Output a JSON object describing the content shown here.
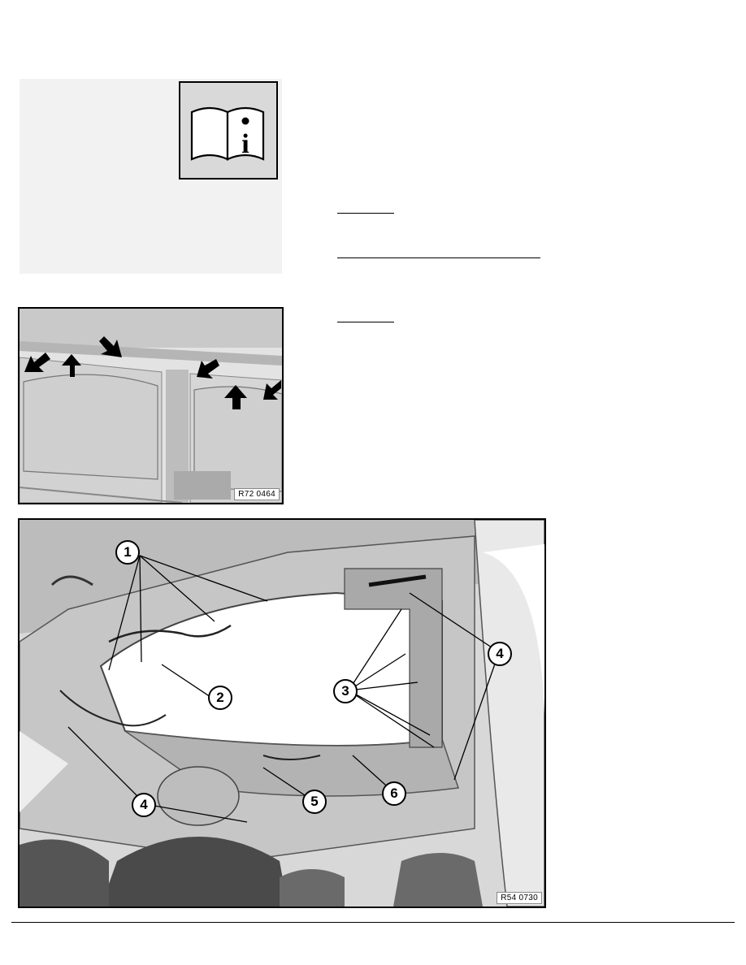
{
  "info_panel": {
    "icon": "info-manual-icon",
    "icon_glyph": "i"
  },
  "figure_top": {
    "code": "R72 0464",
    "arrow_count": 6
  },
  "figure_bottom": {
    "code": "R54 0730",
    "callouts": [
      {
        "label": "1"
      },
      {
        "label": "2"
      },
      {
        "label": "3"
      },
      {
        "label": "4"
      },
      {
        "label": "4"
      },
      {
        "label": "5"
      },
      {
        "label": "6"
      }
    ]
  }
}
